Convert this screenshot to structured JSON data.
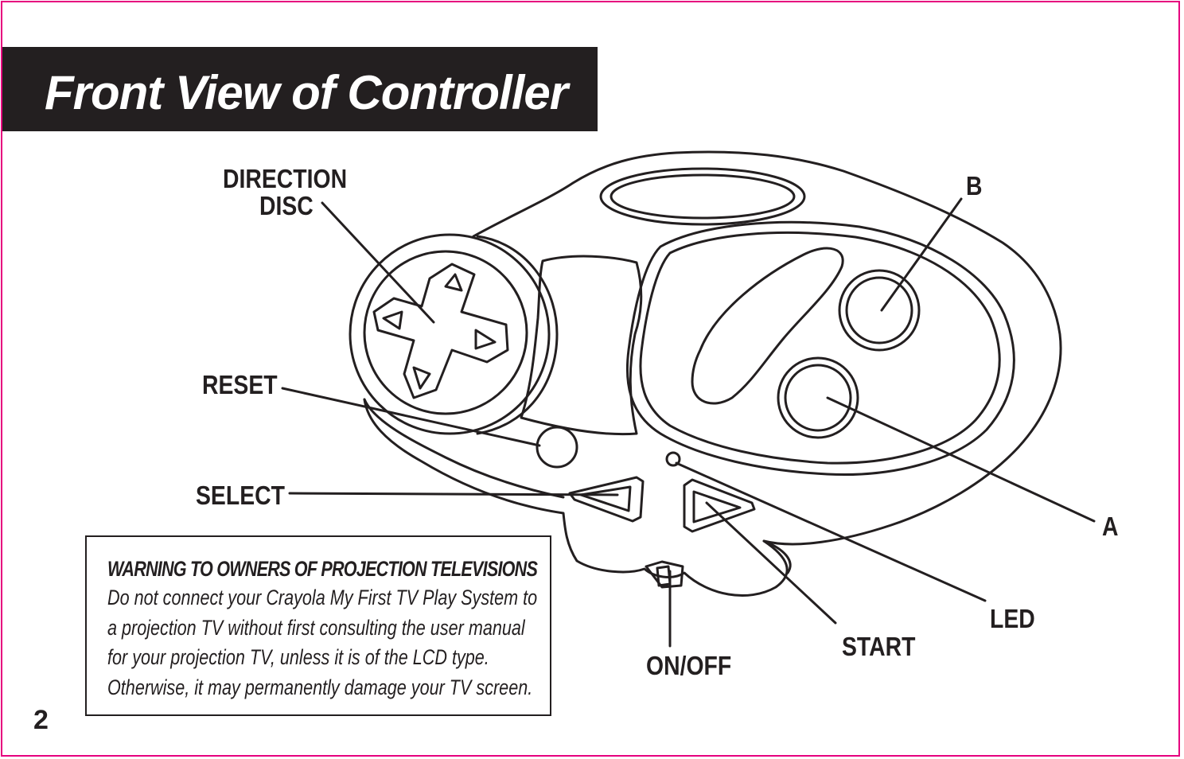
{
  "title": "Front View of Controller",
  "labels": {
    "direction_line1": "DIRECTION",
    "direction_line2": "DISC",
    "reset": "RESET",
    "select": "SELECT",
    "b": "B",
    "a": "A",
    "led": "LED",
    "start": "START",
    "on_off": "ON/OFF"
  },
  "warning": {
    "heading": "WARNING TO OWNERS OF PROJECTION TELEVISIONS",
    "lines": [
      "Do not connect your Crayola My First TV Play System to",
      "a projection TV without first consulting the user manual",
      "for your projection TV, unless it is of the LCD type.",
      "Otherwise, it may permanently damage your TV screen."
    ]
  },
  "page_number": "2",
  "colors": {
    "border": "#e6007e",
    "ink": "#231f20",
    "title_text": "#ffffff"
  }
}
